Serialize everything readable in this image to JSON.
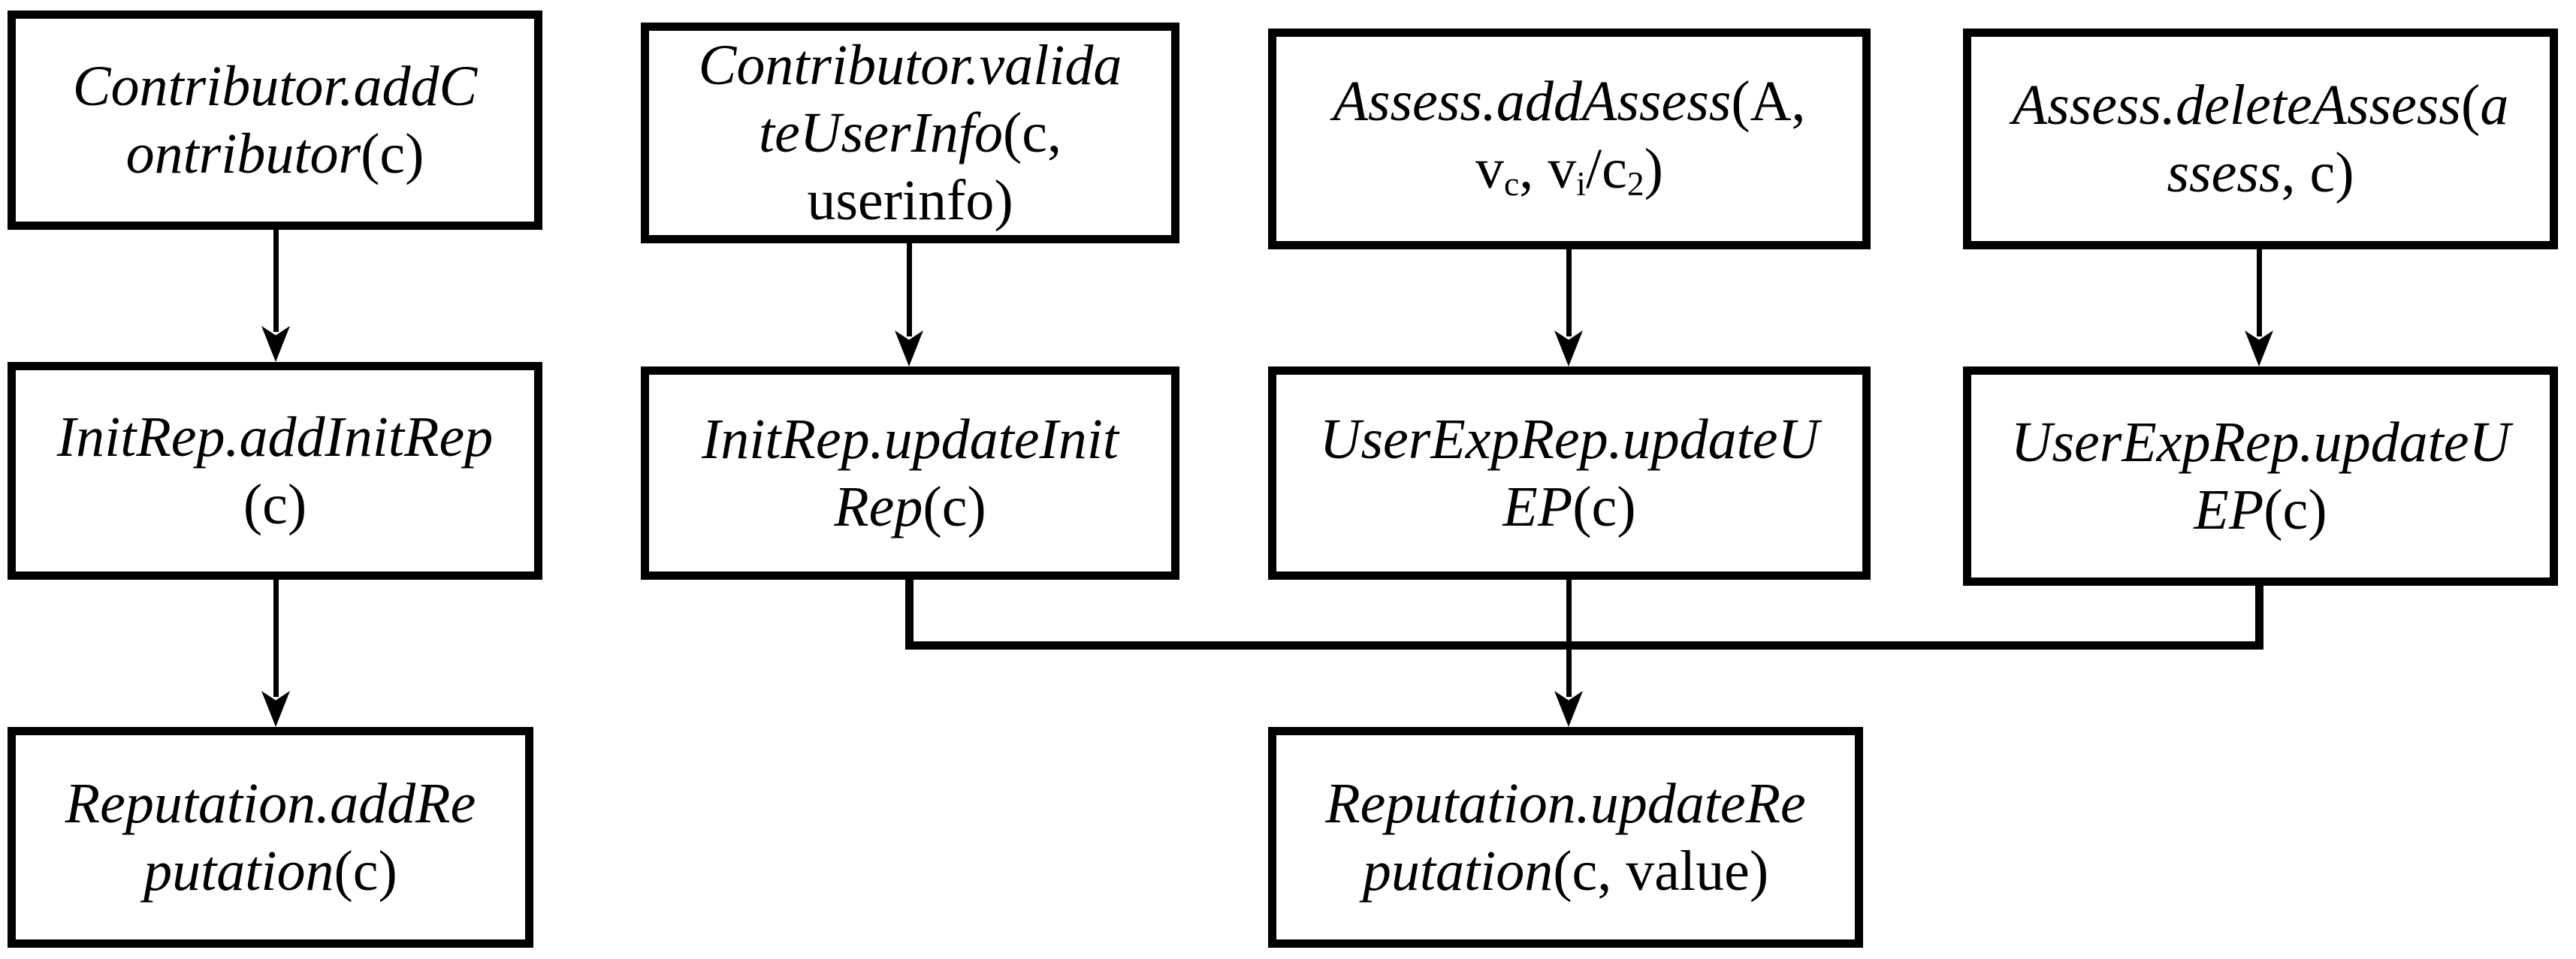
{
  "figure": {
    "description": "Flow diagram of reputation system method calls",
    "colors": {
      "ink": "#000000",
      "paper": "#ffffff"
    },
    "nodes": {
      "a1": {
        "lines": [
          [
            {
              "t": "Contributor.addC",
              "i": 1
            }
          ],
          [
            {
              "t": "ontributor",
              "i": 1
            },
            {
              "t": "(c)"
            }
          ]
        ]
      },
      "a2": {
        "lines": [
          [
            {
              "t": "Contributor.valida",
              "i": 1
            }
          ],
          [
            {
              "t": "teUserInfo",
              "i": 1
            },
            {
              "t": "(c,"
            }
          ],
          [
            {
              "t": "userinfo)"
            }
          ]
        ]
      },
      "a3": {
        "lines": [
          [
            {
              "t": "Assess.addAssess",
              "i": 1
            },
            {
              "t": "(A,"
            }
          ],
          [
            {
              "t": "v"
            },
            {
              "t": "c",
              "s": 1
            },
            {
              "t": ", v"
            },
            {
              "t": "i",
              "s": 1
            },
            {
              "t": "/c"
            },
            {
              "t": "2",
              "s": 1
            },
            {
              "t": ")"
            }
          ]
        ]
      },
      "a4": {
        "lines": [
          [
            {
              "t": "Assess.deleteAssess",
              "i": 1
            },
            {
              "t": "("
            },
            {
              "t": "a",
              "i": 1
            }
          ],
          [
            {
              "t": "ssess",
              "i": 1
            },
            {
              "t": ", c)"
            }
          ]
        ]
      },
      "b1": {
        "lines": [
          [
            {
              "t": "InitRep.addInitRep",
              "i": 1
            }
          ],
          [
            {
              "t": "(c)"
            }
          ]
        ]
      },
      "b2": {
        "lines": [
          [
            {
              "t": "InitRep.updateInit",
              "i": 1
            }
          ],
          [
            {
              "t": "Rep",
              "i": 1
            },
            {
              "t": "(c)"
            }
          ]
        ]
      },
      "b3": {
        "lines": [
          [
            {
              "t": "UserExpRep.updateU",
              "i": 1
            }
          ],
          [
            {
              "t": "EP",
              "i": 1
            },
            {
              "t": "(c)"
            }
          ]
        ]
      },
      "b4": {
        "lines": [
          [
            {
              "t": "UserExpRep.updateU",
              "i": 1
            }
          ],
          [
            {
              "t": "EP",
              "i": 1
            },
            {
              "t": "(c)"
            }
          ]
        ]
      },
      "c1": {
        "lines": [
          [
            {
              "t": "Reputation.addRe",
              "i": 1
            }
          ],
          [
            {
              "t": "putation",
              "i": 1
            },
            {
              "t": "(c)"
            }
          ]
        ]
      },
      "c2": {
        "lines": [
          [
            {
              "t": "Reputation.updateRe",
              "i": 1
            }
          ],
          [
            {
              "t": "putation",
              "i": 1
            },
            {
              "t": "(c, value)"
            }
          ]
        ]
      }
    }
  }
}
